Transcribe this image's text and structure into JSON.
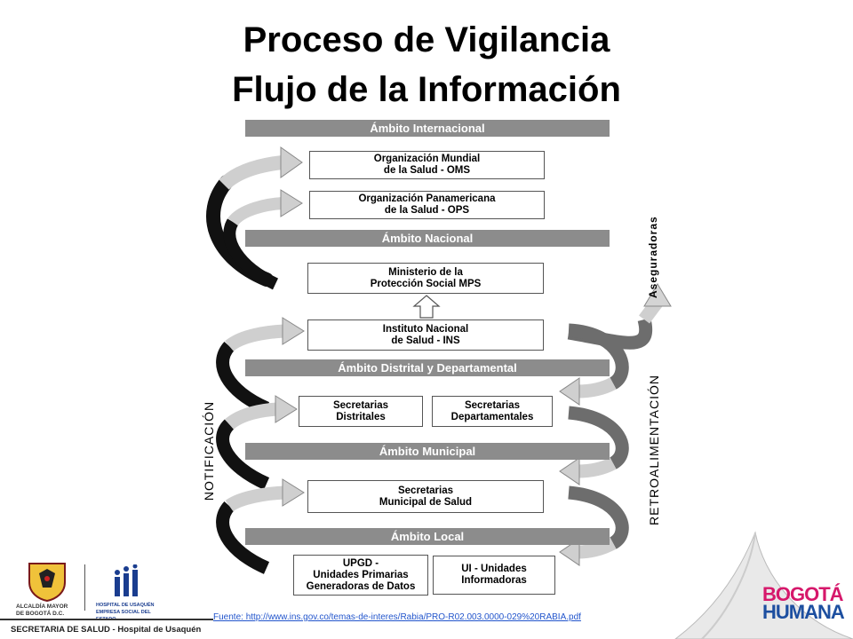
{
  "title": {
    "line1": "Proceso de Vigilancia",
    "line2": "Flujo de la Información"
  },
  "bands": {
    "internacional": "Ámbito Internacional",
    "nacional": "Ámbito Nacional",
    "distrital": "Ámbito Distrital y Departamental",
    "municipal": "Ámbito Municipal",
    "local": "Ámbito Local"
  },
  "boxes": {
    "oms": "Organización Mundial\nde la Salud - OMS",
    "ops": "Organización Panamericana\nde la Salud - OPS",
    "mps": "Ministerio de la\nProtección Social MPS",
    "ins": "Instituto Nacional\nde Salud - INS",
    "sec_distritales": "Secretarias\nDistritales",
    "sec_departamentales": "Secretarias\nDepartamentales",
    "sec_municipal": "Secretarias\nMunicipal de Salud",
    "upgd": "UPGD -\nUnidades Primarias\nGeneradoras de Datos",
    "ui": "UI - Unidades\nInformadoras"
  },
  "side_labels": {
    "notificacion": "NOTIFICACIÓN",
    "retroalimentacion": "RETROALIMENTACIÓN",
    "aseguradoras": "Aseguradoras"
  },
  "source": "Fuente: http://www.ins.gov.co/temas-de-interes/Rabia/PRO-R02.003.0000-029%20RABIA.pdf",
  "footer": {
    "secretaria": "SECRETARIA DE SALUD - Hospital de Usaquén",
    "alcaldia": "ALCALDÍA MAYOR\nDE BOGOTÁ D.C.",
    "hospital": "HOSPITAL DE USAQUÉN\nEMPRESA SOCIAL DEL ESTADO",
    "bogota_line1": "BOGOTÁ",
    "bogota_line2": "HUMANA"
  }
}
